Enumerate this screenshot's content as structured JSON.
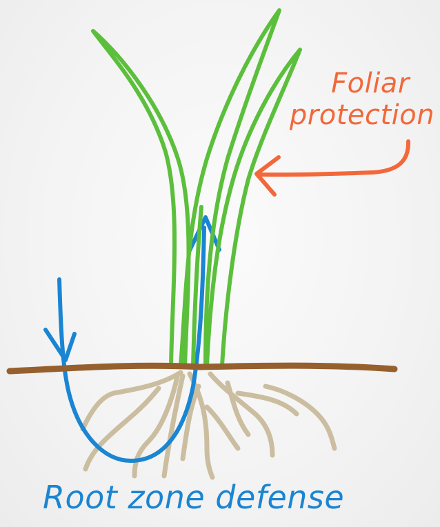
{
  "labels": {
    "foliar_line1": "Foliar",
    "foliar_line2": "protection",
    "root_zone": "Root zone defense"
  },
  "colors": {
    "leaf": "#5bbf3c",
    "foliar_arrow": "#f2683a",
    "root_arrow": "#1a85d2",
    "soil_line": "#96602e",
    "roots": "#cbbd9f",
    "background": "#f4f4f4"
  },
  "icons": {
    "plant": "grass-plant-icon",
    "foliar_arrow": "curved-arrow-icon",
    "root_arrow": "u-turn-arrow-icon"
  }
}
